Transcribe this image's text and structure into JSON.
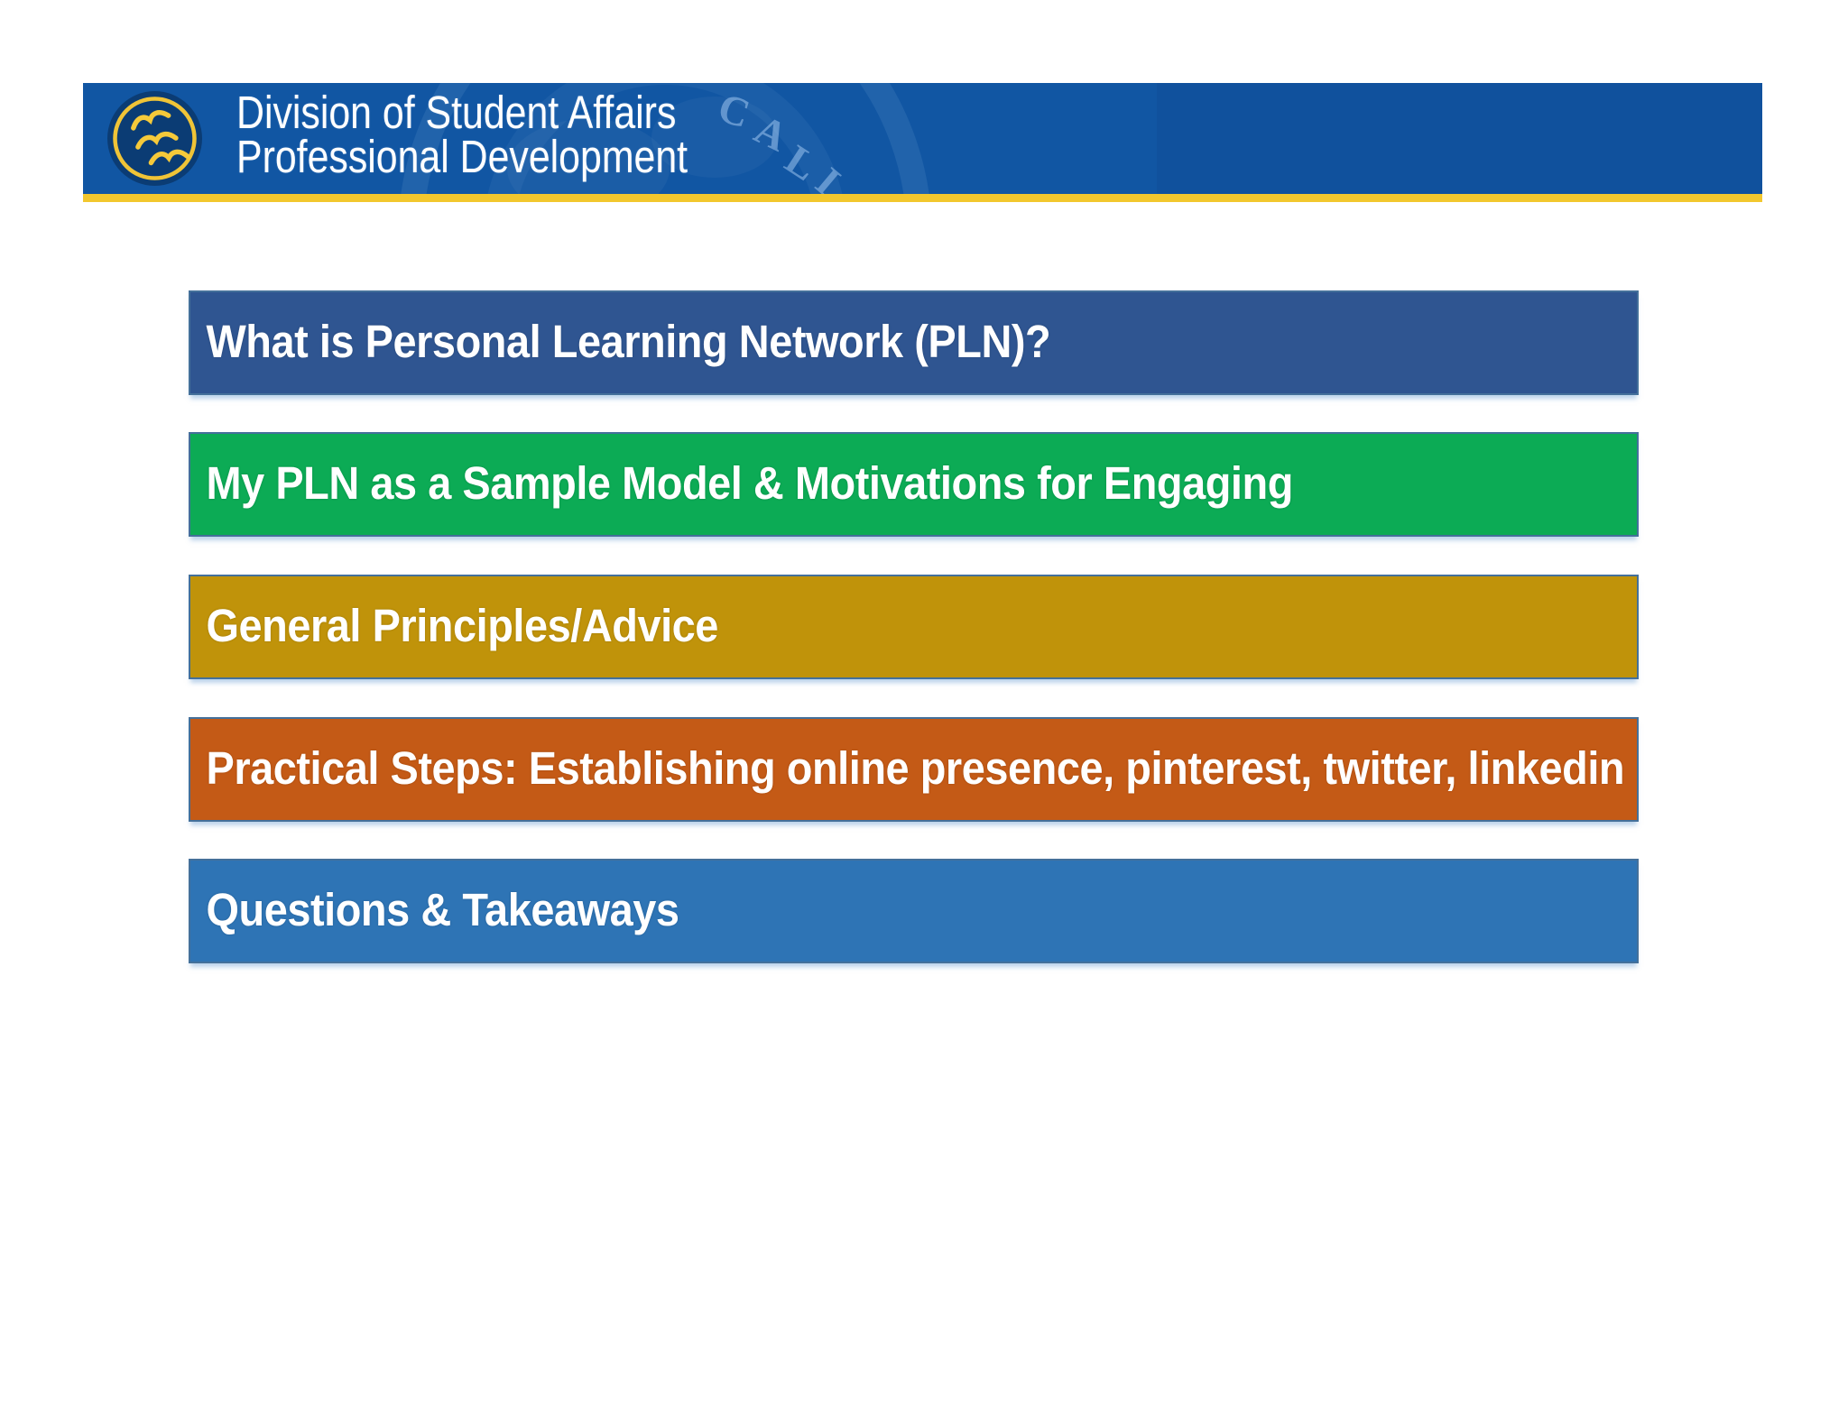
{
  "header": {
    "org_line1": "Division of Student Affairs",
    "org_line2": "Professional Development",
    "logo": "three-gold-birds-in-circle",
    "watermark_letters": {
      "l0": "C",
      "l1": "A",
      "l2": "L",
      "l3": "I"
    },
    "colors": {
      "banner_blue": "#1156a3",
      "gold_underline": "#f2c72e",
      "logo_navy": "#0b3c74",
      "logo_gold": "#f0c437",
      "text": "#ffffff"
    }
  },
  "agenda": {
    "border_color": "#44709a",
    "items": [
      {
        "label": "What is Personal Learning Network (PLN)?",
        "fill": "#2f5591"
      },
      {
        "label": "My PLN as a Sample Model & Motivations for Engaging",
        "fill": "#0cab55"
      },
      {
        "label": "General Principles/Advice",
        "fill": "#c0930a"
      },
      {
        "label": "Practical Steps: Establishing online presence, pinterest, twitter, linkedin",
        "fill": "#c45a16"
      },
      {
        "label": "Questions & Takeaways",
        "fill": "#2e74b5"
      }
    ]
  }
}
